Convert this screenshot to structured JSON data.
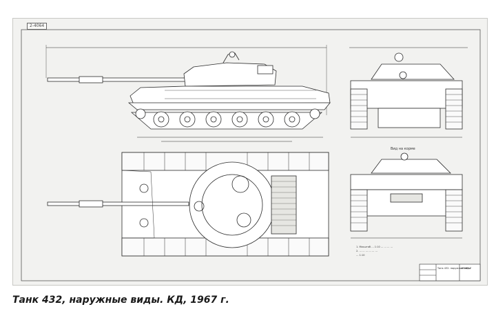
{
  "drawing": {
    "stamp_code": "2-4064",
    "views": [
      {
        "id": "side",
        "label": ""
      },
      {
        "id": "top",
        "label": ""
      },
      {
        "id": "front",
        "label": ""
      },
      {
        "id": "rear",
        "label": "Вид на корме"
      }
    ],
    "notes": [
      "1. Масштаб … 1:10 … … … …",
      "2. … … … … … …",
      "… 1:10"
    ],
    "title_block": {
      "name": "Танк 432. наружные виды",
      "code": "432КВ-7"
    },
    "colors": {
      "line": "#2a2a2a",
      "paper": "#f2f2f0"
    }
  },
  "caption": "Танк 432, наружные виды. КД, 1967 г."
}
